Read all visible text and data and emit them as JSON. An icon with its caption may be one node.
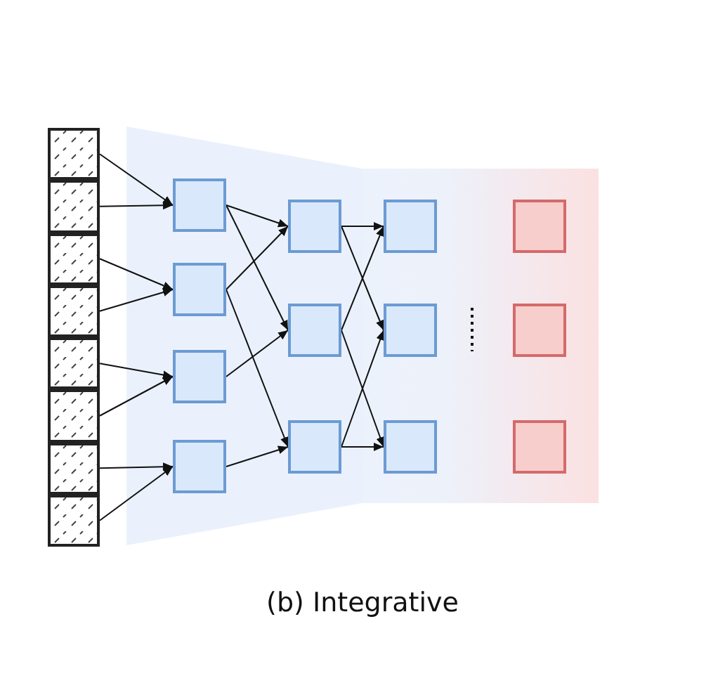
{
  "diagram": {
    "caption": "(b) Integrative",
    "nodes": [
      {
        "text": [],
        "shape": "box"
      },
      {
        "text": [],
        "shape": "box"
      },
      {
        "text": [],
        "shape": "box"
      },
      {
        "text": [],
        "shape": "box"
      },
      {
        "text": [],
        "shape": "box"
      },
      {
        "text": [],
        "shape": "box"
      },
      {
        "text": [],
        "shape": "box"
      },
      {
        "text": [],
        "shape": "box"
      },
      {
        "text": [],
        "shape": "box"
      },
      {
        "text": [],
        "shape": "box"
      },
      {
        "text": [],
        "shape": "box"
      },
      {
        "text": [],
        "shape": "box"
      },
      {
        "text": [],
        "shape": "box"
      },
      {
        "text": [],
        "shape": "box"
      },
      {
        "text": [],
        "shape": "box"
      },
      {
        "text": [],
        "shape": "box"
      },
      {
        "text": [],
        "shape": "box"
      },
      {
        "text": [],
        "shape": "box"
      },
      {
        "text": [],
        "shape": "box"
      },
      {
        "text": [],
        "shape": "box"
      },
      {
        "text": [],
        "shape": "box"
      }
    ],
    "edges": [
      {
        "from": 0,
        "to": 8,
        "arrow": "to"
      },
      {
        "from": 1,
        "to": 8,
        "arrow": "to"
      },
      {
        "from": 2,
        "to": 9,
        "arrow": "to"
      },
      {
        "from": 3,
        "to": 9,
        "arrow": "to"
      },
      {
        "from": 4,
        "to": 10,
        "arrow": "to"
      },
      {
        "from": 5,
        "to": 10,
        "arrow": "to"
      },
      {
        "from": 6,
        "to": 11,
        "arrow": "to"
      },
      {
        "from": 7,
        "to": 11,
        "arrow": "to"
      },
      {
        "from": 8,
        "to": 12,
        "arrow": "to"
      },
      {
        "from": 8,
        "to": 13,
        "arrow": "to"
      },
      {
        "from": 9,
        "to": 12,
        "arrow": "to"
      },
      {
        "from": 9,
        "to": 14,
        "arrow": "to"
      },
      {
        "from": 10,
        "to": 13,
        "arrow": "to"
      },
      {
        "from": 11,
        "to": 14,
        "arrow": "to"
      },
      {
        "from": 12,
        "to": 15,
        "arrow": "to"
      },
      {
        "from": 12,
        "to": 16,
        "arrow": "to"
      },
      {
        "from": 13,
        "to": 15,
        "arrow": "to"
      },
      {
        "from": 13,
        "to": 17,
        "arrow": "to"
      },
      {
        "from": 14,
        "to": 16,
        "arrow": "to"
      },
      {
        "from": 14,
        "to": 17,
        "arrow": "to"
      }
    ]
  }
}
